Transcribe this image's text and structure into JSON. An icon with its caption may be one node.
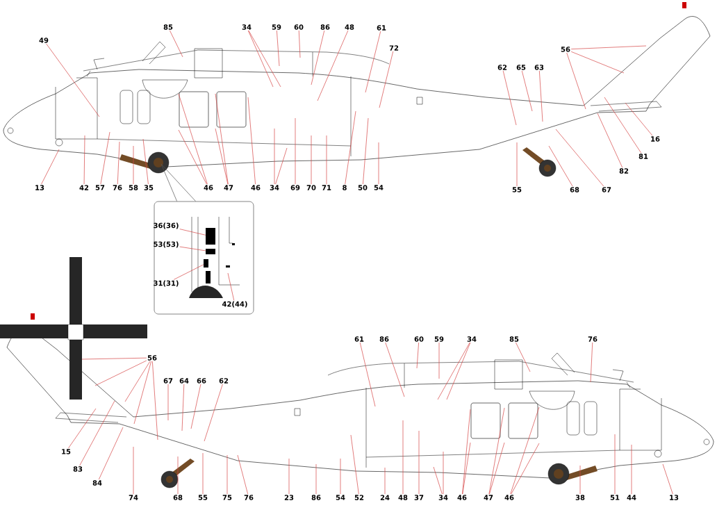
{
  "diagram": {
    "nodes": [
      {
        "text": [
          "85"
        ]
      },
      {
        "text": [
          "34"
        ]
      },
      {
        "text": [
          "59"
        ]
      },
      {
        "text": [
          "60"
        ]
      },
      {
        "text": [
          "86"
        ]
      },
      {
        "text": [
          "48"
        ]
      },
      {
        "text": [
          "61"
        ]
      },
      {
        "text": [
          "49"
        ]
      },
      {
        "text": [
          "72"
        ]
      },
      {
        "text": [
          "56"
        ]
      },
      {
        "text": [
          "62"
        ]
      },
      {
        "text": [
          "65"
        ]
      },
      {
        "text": [
          "63"
        ]
      },
      {
        "text": [
          "16"
        ]
      },
      {
        "text": [
          "81"
        ]
      },
      {
        "text": [
          "82"
        ]
      },
      {
        "text": [
          "13"
        ]
      },
      {
        "text": [
          "42"
        ]
      },
      {
        "text": [
          "57"
        ]
      },
      {
        "text": [
          "76"
        ]
      },
      {
        "text": [
          "58"
        ]
      },
      {
        "text": [
          "35"
        ]
      },
      {
        "text": [
          "46"
        ]
      },
      {
        "text": [
          "47"
        ]
      },
      {
        "text": [
          "46"
        ]
      },
      {
        "text": [
          "34"
        ]
      },
      {
        "text": [
          "69"
        ]
      },
      {
        "text": [
          "70"
        ]
      },
      {
        "text": [
          "71"
        ]
      },
      {
        "text": [
          "8"
        ]
      },
      {
        "text": [
          "50"
        ]
      },
      {
        "text": [
          "54"
        ]
      },
      {
        "text": [
          "55"
        ]
      },
      {
        "text": [
          "68"
        ]
      },
      {
        "text": [
          "67"
        ]
      },
      {
        "text": [],
        "shape": "box"
      },
      {
        "text": [
          "36(36)"
        ],
        "in": 35
      },
      {
        "text": [
          "53(53)"
        ],
        "in": 35
      },
      {
        "text": [
          "31(31)"
        ],
        "in": 35
      },
      {
        "text": [
          "42(44)"
        ],
        "in": 35
      },
      {
        "text": [
          "61"
        ]
      },
      {
        "text": [
          "86"
        ]
      },
      {
        "text": [
          "60"
        ]
      },
      {
        "text": [
          "59"
        ]
      },
      {
        "text": [
          "34"
        ]
      },
      {
        "text": [
          "85"
        ]
      },
      {
        "text": [
          "76"
        ]
      },
      {
        "text": [
          "56"
        ]
      },
      {
        "text": [
          "67"
        ]
      },
      {
        "text": [
          "64"
        ]
      },
      {
        "text": [
          "66"
        ]
      },
      {
        "text": [
          "62"
        ]
      },
      {
        "text": [
          "15"
        ]
      },
      {
        "text": [
          "83"
        ]
      },
      {
        "text": [
          "84"
        ]
      },
      {
        "text": [
          "74"
        ]
      },
      {
        "text": [
          "68"
        ]
      },
      {
        "text": [
          "55"
        ]
      },
      {
        "text": [
          "75"
        ]
      },
      {
        "text": [
          "76"
        ]
      },
      {
        "text": [
          "23"
        ]
      },
      {
        "text": [
          "86"
        ]
      },
      {
        "text": [
          "54"
        ]
      },
      {
        "text": [
          "52"
        ]
      },
      {
        "text": [
          "24"
        ]
      },
      {
        "text": [
          "48"
        ]
      },
      {
        "text": [
          "37"
        ]
      },
      {
        "text": [
          "34"
        ]
      },
      {
        "text": [
          "46"
        ]
      },
      {
        "text": [
          "47"
        ]
      },
      {
        "text": [
          "46"
        ]
      },
      {
        "text": [
          "38"
        ]
      },
      {
        "text": [
          "51"
        ]
      },
      {
        "text": [
          "44"
        ]
      },
      {
        "text": [
          "13"
        ]
      },
      {
        "text": [],
        "shape": "box",
        "in": 35
      },
      {
        "text": [],
        "shape": "box",
        "in": 35
      },
      {
        "text": [],
        "shape": "box",
        "in": 35
      }
    ],
    "edges": [
      {
        "from": 0,
        "to": null,
        "arrow": "none"
      },
      {
        "from": 1,
        "to": null,
        "arrow": "none"
      },
      {
        "from": 1,
        "to": null,
        "arrow": "none"
      },
      {
        "from": 2,
        "to": null,
        "arrow": "none"
      },
      {
        "from": 3,
        "to": null,
        "arrow": "none"
      },
      {
        "from": 4,
        "to": null,
        "arrow": "none"
      },
      {
        "from": 5,
        "to": null,
        "arrow": "none"
      },
      {
        "from": 6,
        "to": null,
        "arrow": "none"
      },
      {
        "from": 7,
        "to": null,
        "arrow": "none"
      },
      {
        "from": 8,
        "to": null,
        "arrow": "none"
      },
      {
        "from": 9,
        "to": null,
        "arrow": "none"
      },
      {
        "from": 9,
        "to": null,
        "arrow": "none"
      },
      {
        "from": 9,
        "to": null,
        "arrow": "none"
      },
      {
        "from": 10,
        "to": null,
        "arrow": "none"
      },
      {
        "from": 11,
        "to": null,
        "arrow": "none"
      },
      {
        "from": 12,
        "to": null,
        "arrow": "none"
      },
      {
        "from": 13,
        "to": null,
        "arrow": "none"
      },
      {
        "from": 14,
        "to": null,
        "arrow": "none"
      },
      {
        "from": 15,
        "to": null,
        "arrow": "none"
      },
      {
        "from": 16,
        "to": null,
        "arrow": "none"
      },
      {
        "from": 17,
        "to": null,
        "arrow": "none"
      },
      {
        "from": 18,
        "to": null,
        "arrow": "none"
      },
      {
        "from": 19,
        "to": null,
        "arrow": "none"
      },
      {
        "from": 20,
        "to": null,
        "arrow": "none"
      },
      {
        "from": 21,
        "to": null,
        "arrow": "none"
      },
      {
        "from": 22,
        "to": null,
        "arrow": "none"
      },
      {
        "from": 22,
        "to": null,
        "arrow": "none"
      },
      {
        "from": 23,
        "to": null,
        "arrow": "none"
      },
      {
        "from": 23,
        "to": null,
        "arrow": "none"
      },
      {
        "from": 24,
        "to": null,
        "arrow": "none"
      },
      {
        "from": 25,
        "to": null,
        "arrow": "none"
      },
      {
        "from": 25,
        "to": null,
        "arrow": "none"
      },
      {
        "from": 26,
        "to": null,
        "arrow": "none"
      },
      {
        "from": 27,
        "to": null,
        "arrow": "none"
      },
      {
        "from": 28,
        "to": null,
        "arrow": "none"
      },
      {
        "from": 29,
        "to": null,
        "arrow": "none"
      },
      {
        "from": 30,
        "to": null,
        "arrow": "none"
      },
      {
        "from": 31,
        "to": null,
        "arrow": "none"
      },
      {
        "from": 32,
        "to": null,
        "arrow": "none"
      },
      {
        "from": 33,
        "to": null,
        "arrow": "none"
      },
      {
        "from": 34,
        "to": null,
        "arrow": "none"
      },
      {
        "from": 35,
        "to": null,
        "arrow": "none",
        "color": "#555555"
      },
      {
        "from": 35,
        "to": null,
        "arrow": "none",
        "color": "#555555"
      },
      {
        "from": 36,
        "to": 75,
        "arrow": "none"
      },
      {
        "from": 37,
        "to": 76,
        "arrow": "none"
      },
      {
        "from": 38,
        "to": 77,
        "arrow": "none"
      },
      {
        "from": 39,
        "to": null,
        "arrow": "none"
      },
      {
        "from": 40,
        "to": null,
        "arrow": "none"
      },
      {
        "from": 41,
        "to": null,
        "arrow": "none"
      },
      {
        "from": 42,
        "to": null,
        "arrow": "none"
      },
      {
        "from": 43,
        "to": null,
        "arrow": "none"
      },
      {
        "from": 44,
        "to": null,
        "arrow": "none"
      },
      {
        "from": 44,
        "to": null,
        "arrow": "none"
      },
      {
        "from": 45,
        "to": null,
        "arrow": "none"
      },
      {
        "from": 46,
        "to": null,
        "arrow": "none"
      },
      {
        "from": 47,
        "to": null,
        "arrow": "none"
      },
      {
        "from": 47,
        "to": null,
        "arrow": "none"
      },
      {
        "from": 47,
        "to": null,
        "arrow": "none"
      },
      {
        "from": 47,
        "to": null,
        "arrow": "none"
      },
      {
        "from": 47,
        "to": null,
        "arrow": "none"
      },
      {
        "from": 48,
        "to": null,
        "arrow": "none"
      },
      {
        "from": 49,
        "to": null,
        "arrow": "none"
      },
      {
        "from": 50,
        "to": null,
        "arrow": "none"
      },
      {
        "from": 51,
        "to": null,
        "arrow": "none"
      },
      {
        "from": 52,
        "to": null,
        "arrow": "none"
      },
      {
        "from": 53,
        "to": null,
        "arrow": "none"
      },
      {
        "from": 54,
        "to": null,
        "arrow": "none"
      },
      {
        "from": 55,
        "to": null,
        "arrow": "none"
      },
      {
        "from": 56,
        "to": null,
        "arrow": "none"
      },
      {
        "from": 57,
        "to": null,
        "arrow": "none"
      },
      {
        "from": 58,
        "to": null,
        "arrow": "none"
      },
      {
        "from": 59,
        "to": null,
        "arrow": "none"
      },
      {
        "from": 60,
        "to": null,
        "arrow": "none"
      },
      {
        "from": 61,
        "to": null,
        "arrow": "none"
      },
      {
        "from": 62,
        "to": null,
        "arrow": "none"
      },
      {
        "from": 63,
        "to": null,
        "arrow": "none"
      },
      {
        "from": 64,
        "to": null,
        "arrow": "none"
      },
      {
        "from": 65,
        "to": null,
        "arrow": "none"
      },
      {
        "from": 66,
        "to": null,
        "arrow": "none"
      },
      {
        "from": 67,
        "to": null,
        "arrow": "none"
      },
      {
        "from": 67,
        "to": null,
        "arrow": "none"
      },
      {
        "from": 68,
        "to": null,
        "arrow": "none"
      },
      {
        "from": 68,
        "to": null,
        "arrow": "none"
      },
      {
        "from": 69,
        "to": null,
        "arrow": "none"
      },
      {
        "from": 69,
        "to": null,
        "arrow": "none"
      },
      {
        "from": 70,
        "to": null,
        "arrow": "none"
      },
      {
        "from": 70,
        "to": null,
        "arrow": "none"
      },
      {
        "from": 71,
        "to": null,
        "arrow": "none"
      },
      {
        "from": 72,
        "to": null,
        "arrow": "none"
      },
      {
        "from": 73,
        "to": null,
        "arrow": "none"
      },
      {
        "from": 74,
        "to": null,
        "arrow": "none"
      }
    ]
  }
}
